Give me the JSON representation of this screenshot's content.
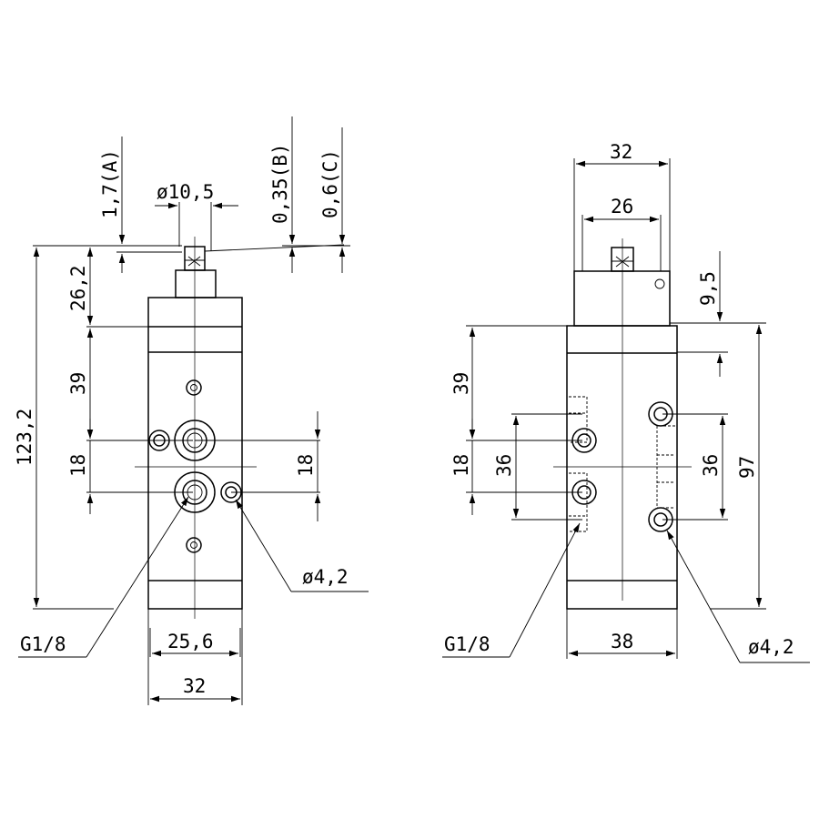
{
  "left_view": {
    "dim_top_stroke_a": "1,7(A)",
    "dim_plunger_diameter": "ø10,5",
    "dim_top_stroke_b": "0,35(B)",
    "dim_top_stroke_c": "0,6(C)",
    "dim_overall_height": "123,2",
    "dim_head_height": "26,2",
    "dim_upper_port": "39",
    "dim_port_pitch_left": "18",
    "dim_port_pitch_right": "18",
    "dim_mount_hole": "ø4,2",
    "dim_port_thread": "G1/8",
    "dim_inner_width": "25,6",
    "dim_body_width": "32"
  },
  "right_view": {
    "dim_top_width": "32",
    "dim_head_width": "26",
    "dim_head_offset": "9,5",
    "dim_upper_port": "39",
    "dim_port_pitch": "18",
    "dim_port_span_left": "36",
    "dim_port_span_right": "36",
    "dim_body_height": "97",
    "dim_port_thread": "G1/8",
    "dim_body_width": "38",
    "dim_mount_hole": "ø4,2"
  }
}
